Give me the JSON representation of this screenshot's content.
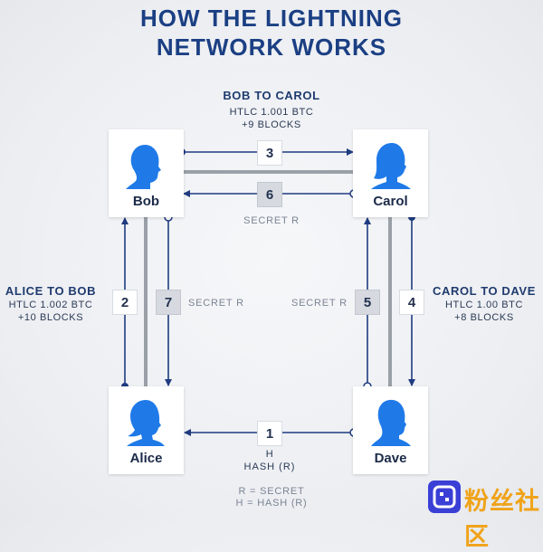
{
  "title": {
    "line1": "HOW THE LIGHTNING",
    "line2": "NETWORK WORKS"
  },
  "nodes": {
    "bob": "Bob",
    "carol": "Carol",
    "alice": "Alice",
    "dave": "Dave"
  },
  "labels": {
    "bob_to_carol": {
      "head": "BOB TO CAROL",
      "line1": "HTLC 1.001 BTC",
      "line2": "+9 BLOCKS"
    },
    "alice_to_bob": {
      "head": "ALICE TO BOB",
      "line1": "HTLC 1.002 BTC",
      "line2": "+10 BLOCKS"
    },
    "carol_to_dave": {
      "head": "CAROL TO DAVE",
      "line1": "HTLC 1.00 BTC",
      "line2": "+8 BLOCKS"
    },
    "secret_top": "SECRET R",
    "secret_left": "SECRET R",
    "secret_right": "SECRET R",
    "hash_h": "H",
    "hash_r": "HASH (R)",
    "legend_r": "R = SECRET",
    "legend_h": "H = HASH (R)"
  },
  "steps": {
    "s1": "1",
    "s2": "2",
    "s3": "3",
    "s4": "4",
    "s5": "5",
    "s6": "6",
    "s7": "7"
  },
  "watermark": {
    "text": "粉丝社区"
  },
  "colors": {
    "accent": "#1b3f83",
    "avatar": "#1f7ae8",
    "channel": "#9aa0a8"
  }
}
